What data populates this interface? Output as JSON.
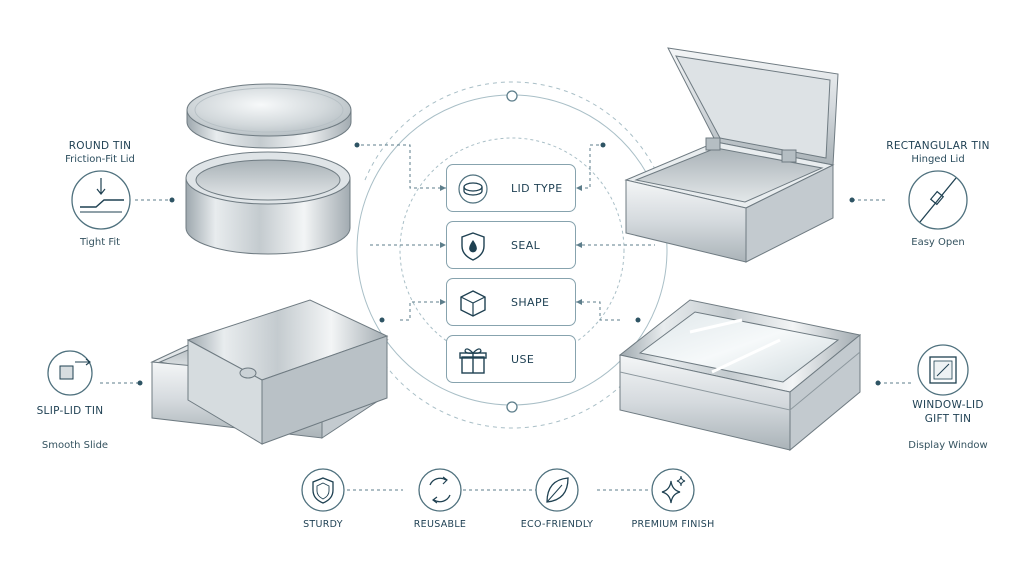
{
  "colors": {
    "ink": "#1f4152",
    "line": "#87a3ae",
    "metal_light": "#eef1f3",
    "metal_dark": "#9aa4aa"
  },
  "tins": {
    "round": {
      "title": "ROUND TIN",
      "subtitle": "Friction-Fit Lid",
      "note": "Tight Fit",
      "icon": "press-fit-icon"
    },
    "rectangular": {
      "title": "RECTANGULAR TIN",
      "subtitle": "Hinged Lid",
      "note": "Easy Open",
      "icon": "hinge-icon"
    },
    "slip": {
      "title": "SLIP-LID TIN",
      "note": "Smooth Slide",
      "icon": "slide-icon"
    },
    "window": {
      "title_line1": "WINDOW-LID",
      "title_line2": "GIFT TIN",
      "note": "Display Window",
      "icon": "window-icon"
    }
  },
  "categories": [
    {
      "label": "LID TYPE",
      "icon": "lid-disc-icon"
    },
    {
      "label": "SEAL",
      "icon": "shield-drop-icon"
    },
    {
      "label": "SHAPE",
      "icon": "cube-icon"
    },
    {
      "label": "USE",
      "icon": "gift-icon"
    }
  ],
  "features": [
    {
      "label": "STURDY",
      "icon": "shield-icon"
    },
    {
      "label": "REUSABLE",
      "icon": "recycle-arrows-icon"
    },
    {
      "label": "ECO-FRIENDLY",
      "icon": "leaf-icon"
    },
    {
      "label": "PREMIUM FINISH",
      "icon": "sparkle-icon"
    }
  ]
}
